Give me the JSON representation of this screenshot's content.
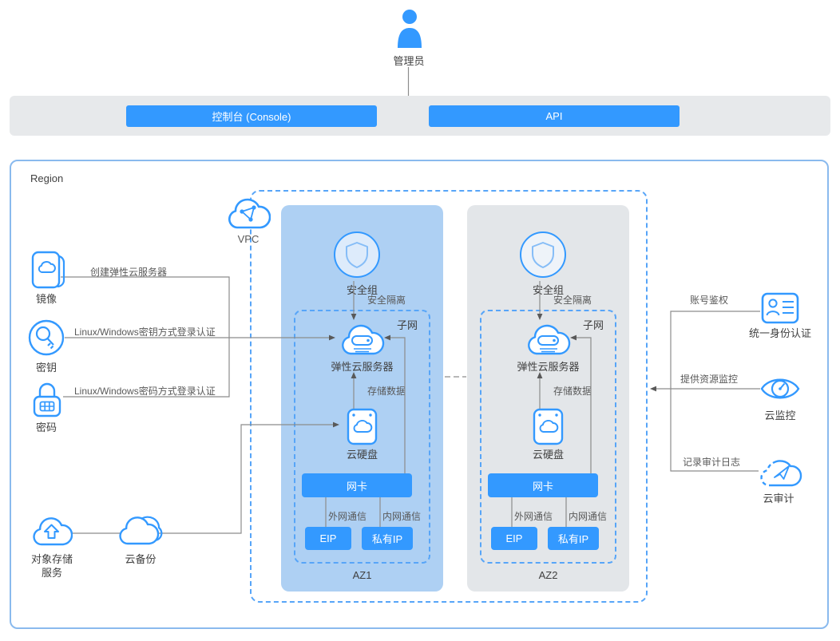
{
  "admin": {
    "label": "管理员"
  },
  "access": {
    "console_label": "控制台 (Console)",
    "api_label": "API"
  },
  "region": {
    "label": "Region",
    "vpc_label": "VPC"
  },
  "left_services": {
    "image": {
      "label": "镜像",
      "link_label": "创建弹性云服务器"
    },
    "keypair": {
      "label": "密钥",
      "link_label": "Linux/Windows密钥方式登录认证"
    },
    "password": {
      "label": "密码",
      "link_label": "Linux/Windows密码方式登录认证"
    },
    "obs": {
      "label_line1": "对象存储",
      "label_line2": "服务"
    },
    "backup": {
      "label": "云备份"
    }
  },
  "az1": {
    "name": "AZ1",
    "security_group": "安全组",
    "isolation": "安全隔离",
    "subnet": "子网",
    "ecs": "弹性云服务器",
    "store_data": "存储数据",
    "evs": "云硬盘",
    "nic": "网卡",
    "ext_comm": "外网通信",
    "int_comm": "内网通信",
    "eip": "EIP",
    "private_ip": "私有IP"
  },
  "az2": {
    "name": "AZ2",
    "security_group": "安全组",
    "isolation": "安全隔离",
    "subnet": "子网",
    "ecs": "弹性云服务器",
    "store_data": "存储数据",
    "evs": "云硬盘",
    "nic": "网卡",
    "ext_comm": "外网通信",
    "int_comm": "内网通信",
    "eip": "EIP",
    "private_ip": "私有IP"
  },
  "right_services": {
    "iam": {
      "label": "统一身份认证",
      "link_label": "账号鉴权"
    },
    "ces": {
      "label": "云监控",
      "link_label": "提供资源监控"
    },
    "cts": {
      "label": "云审计",
      "link_label": "记录审计日志"
    }
  },
  "colors": {
    "accent_blue": "#3399ff",
    "az1_bg": "#aed0f3",
    "az2_bg": "#e3e6e9",
    "bar_bg": "#e7e9eb",
    "region_border": "#8abaee",
    "dashed_blue": "#57a5f8",
    "wire_gray": "#8c8c8c"
  }
}
